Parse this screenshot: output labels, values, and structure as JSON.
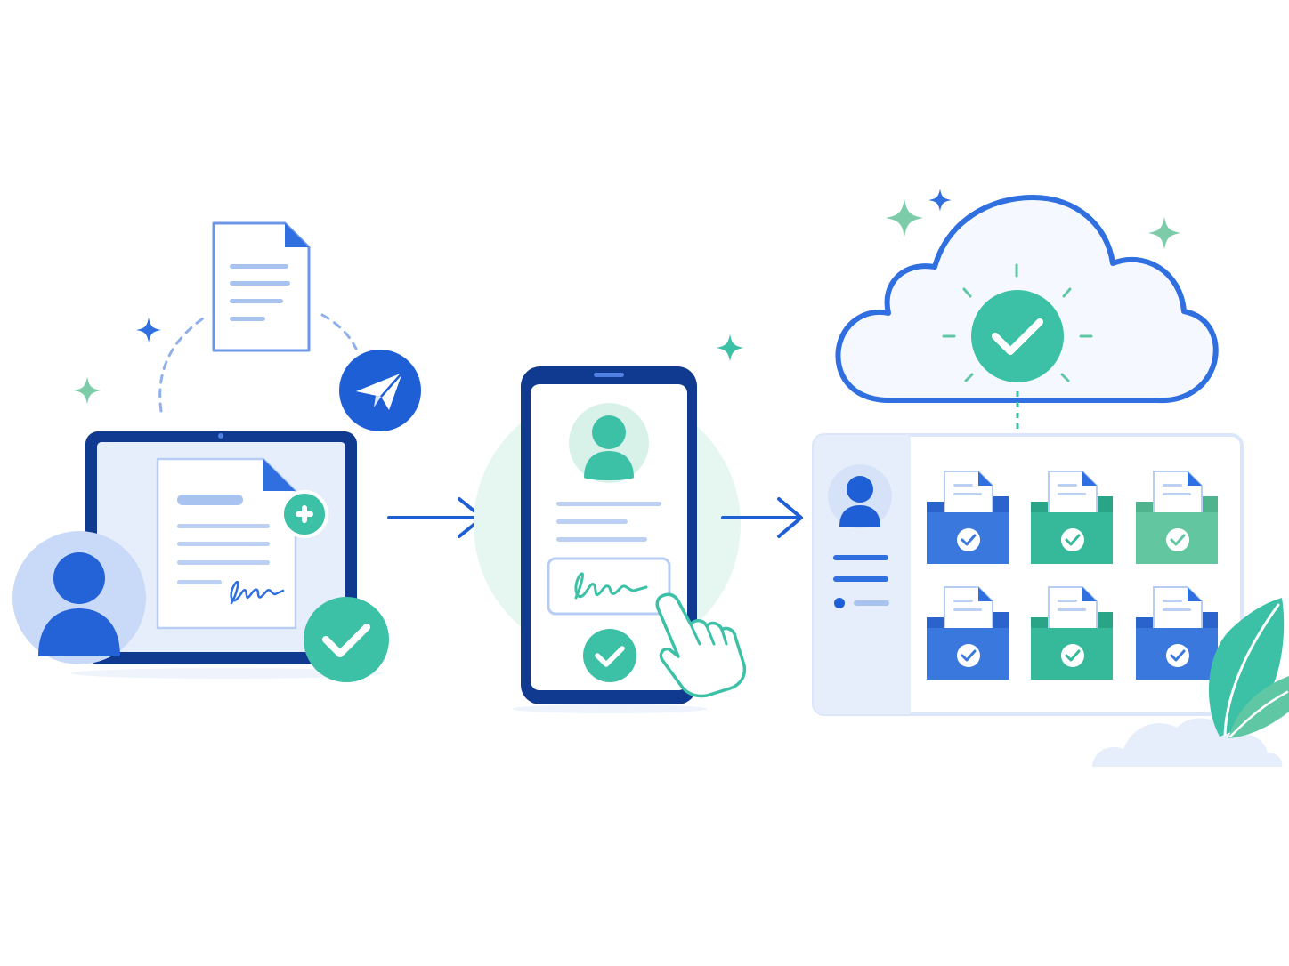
{
  "colors": {
    "navy": "#0f3a8f",
    "blue": "#2f6fe0",
    "blue_light": "#e6eefc",
    "blue_pale": "#c9daf8",
    "teal": "#3cc1a6",
    "teal_light": "#e6f7f2",
    "teal_folder": "#3cc1a6",
    "green_folder": "#5fc7a3",
    "sparkle_green": "#7ccba9",
    "sparkle_blue": "#2f6fe0",
    "background": "#ffffff"
  },
  "steps": [
    {
      "id": "prepare",
      "device": "laptop",
      "icons": [
        "document-icon",
        "send-icon",
        "add-plus-icon",
        "signature-icon",
        "user-avatar-icon",
        "check-icon"
      ]
    },
    {
      "id": "sign",
      "device": "phone",
      "icons": [
        "user-avatar-icon",
        "signature-field-icon",
        "tap-hand-icon",
        "check-icon"
      ]
    },
    {
      "id": "store",
      "device": "cloud-dashboard",
      "icons": [
        "cloud-icon",
        "check-icon",
        "folder-icon",
        "leaf-icon"
      ],
      "folders": [
        {
          "color": "blue"
        },
        {
          "color": "teal"
        },
        {
          "color": "green"
        },
        {
          "color": "blue"
        },
        {
          "color": "teal"
        },
        {
          "color": "blue"
        }
      ]
    }
  ],
  "connectors": [
    "arrow-right-icon",
    "arrow-right-icon"
  ]
}
